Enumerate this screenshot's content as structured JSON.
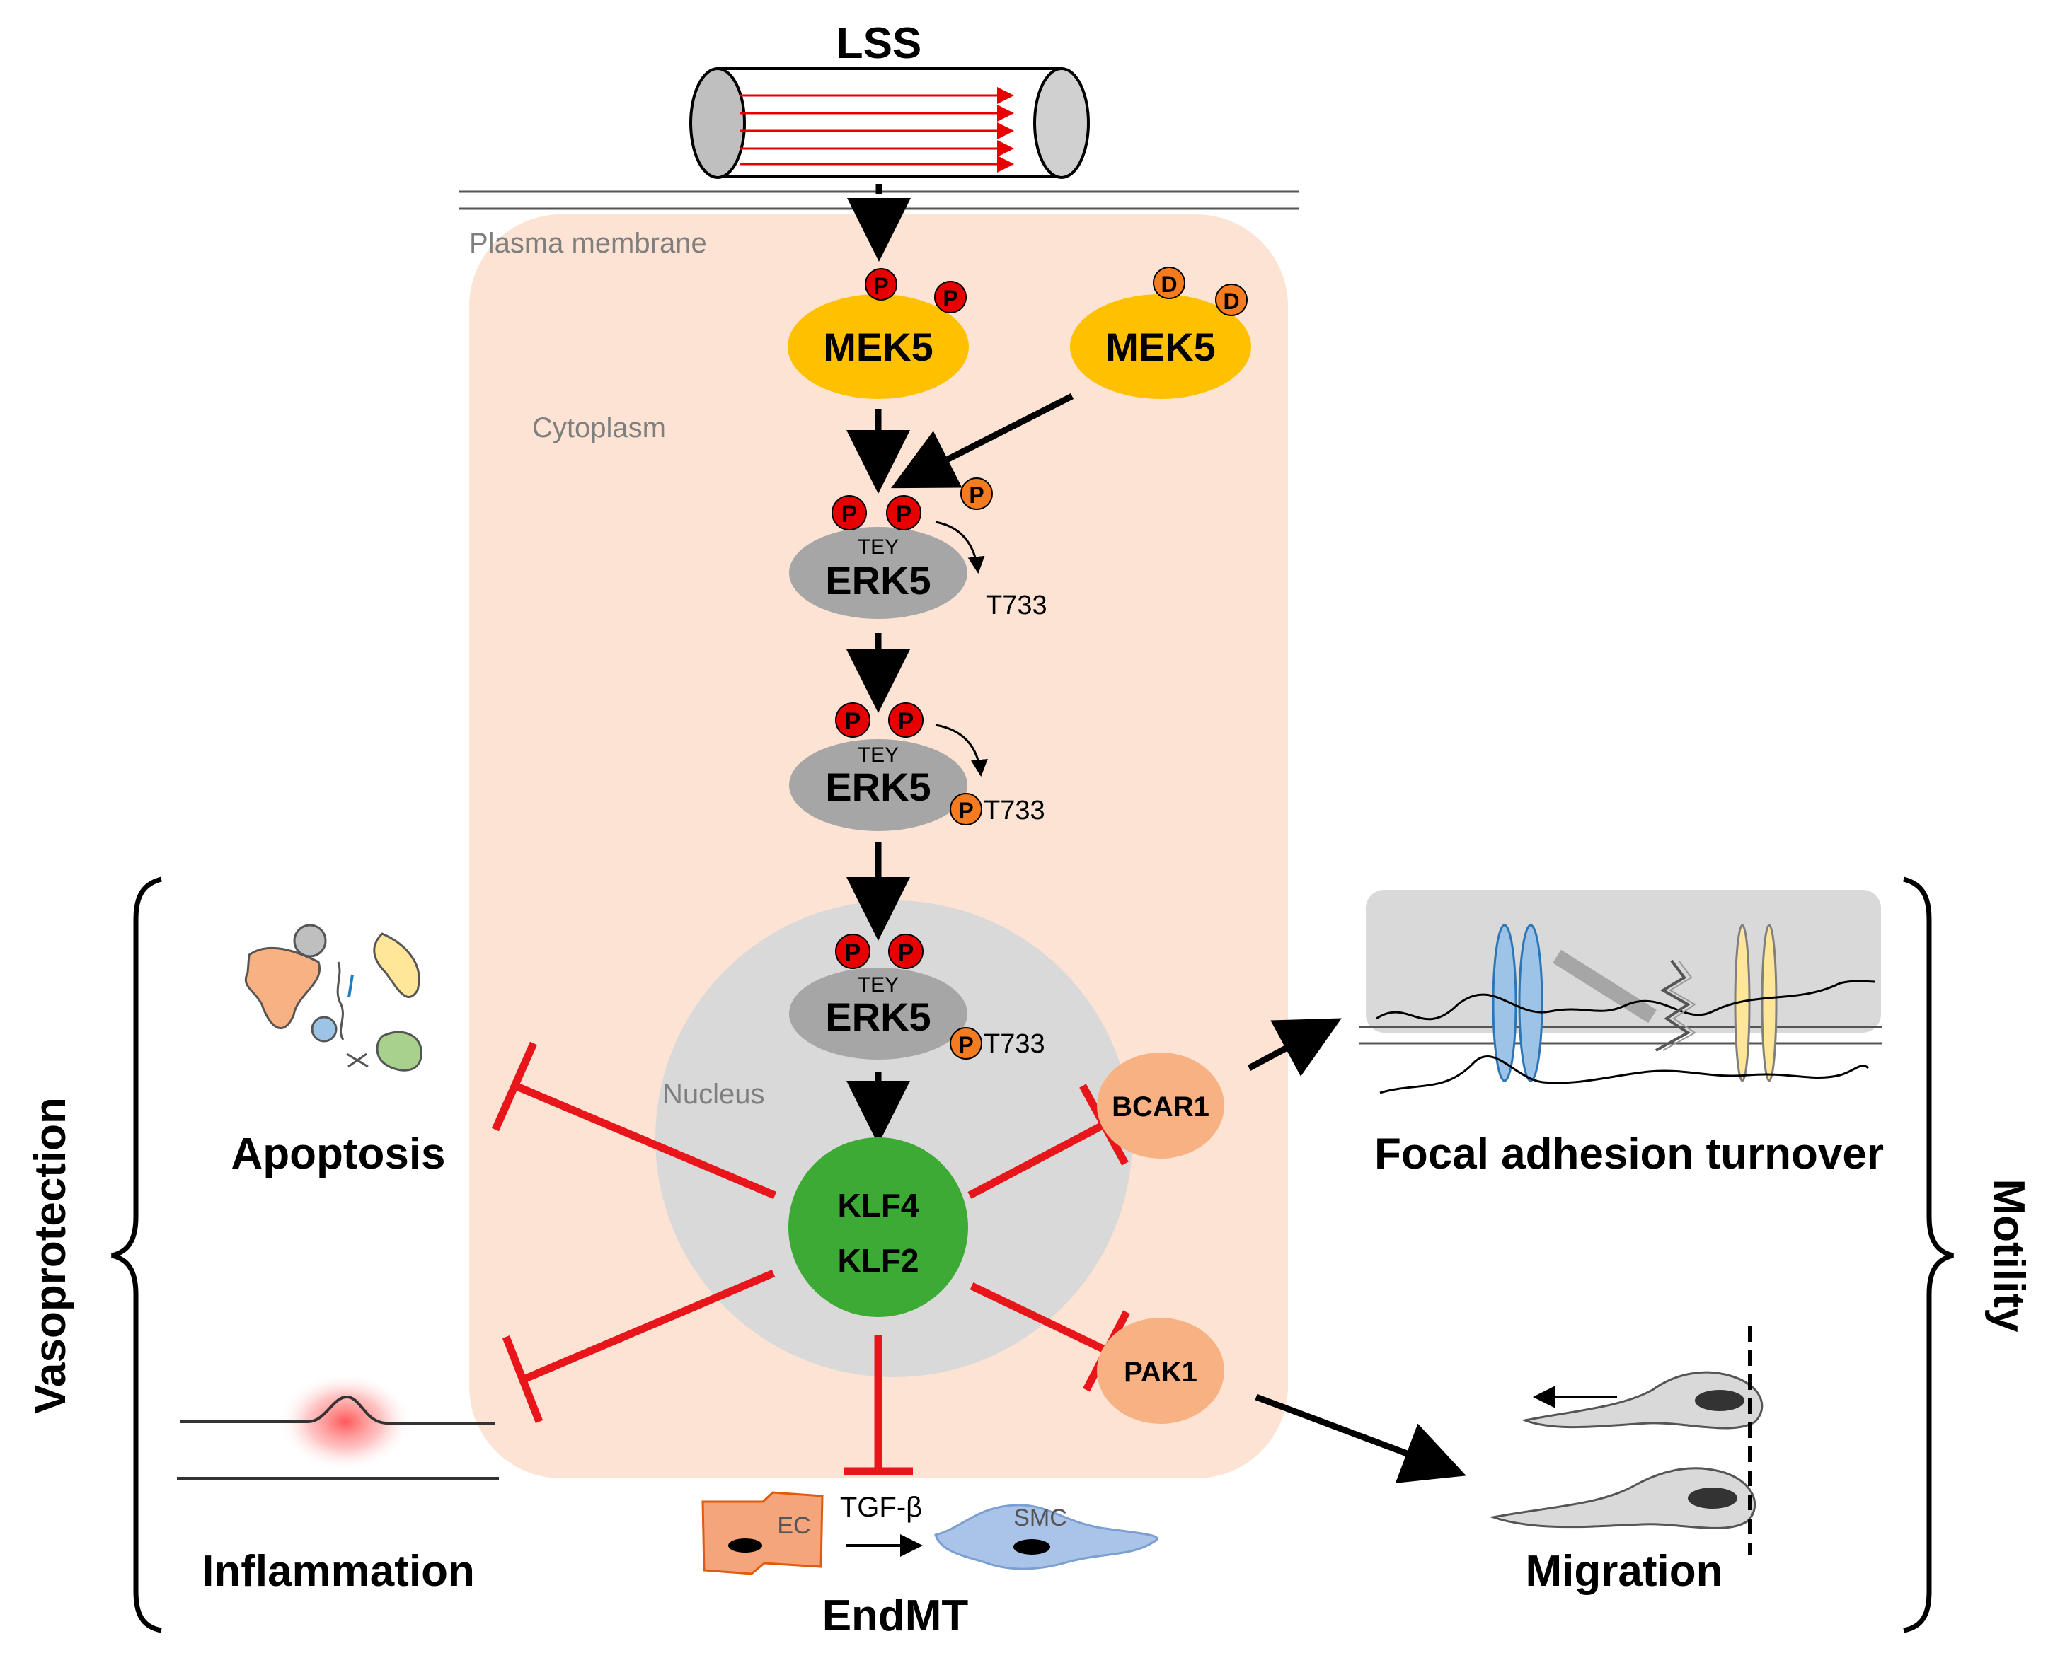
{
  "labels": {
    "lss": "LSS",
    "plasma_membrane": "Plasma membrane",
    "cytoplasm": "Cytoplasm",
    "nucleus": "Nucleus",
    "mek5": "MEK5",
    "erk5": "ERK5",
    "tey": "TEY",
    "t733": "T733",
    "phospho": "P",
    "phosphomimetic": "D",
    "klf4": "KLF4",
    "klf2": "KLF2",
    "bcar1": "BCAR1",
    "pak1": "PAK1",
    "apoptosis": "Apoptosis",
    "inflammation": "Inflammation",
    "endmt": "EndMT",
    "focal_adhesion_turnover": "Focal adhesion turnover",
    "migration": "Migration",
    "vasoprotection": "Vasoprotection",
    "motility": "Motility",
    "tgf_beta": "TGF-β",
    "ec": "EC",
    "smc": "SMC"
  },
  "colors": {
    "cell_fill": "#fde3d4",
    "nucleus_fill": "#d9d9d9",
    "mek5_fill": "#ffc000",
    "erk5_fill": "#a6a6a6",
    "klf_fill": "#3daa35",
    "effector_fill": "#f8b183",
    "phospho_red": "#e60000",
    "phospho_orange": "#f47b20",
    "inhibit_red": "#e8161b",
    "ec_fill": "#f4a57c",
    "smc_fill": "#a9c4e8"
  }
}
